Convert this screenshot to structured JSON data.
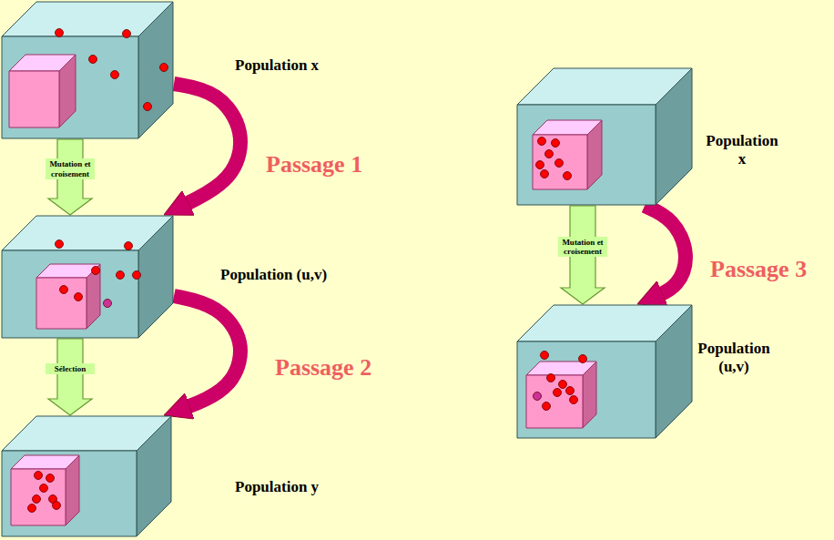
{
  "diagram": {
    "nodes": [
      {
        "text": [
          "Population x"
        ]
      },
      {
        "text": [
          "Population (u,v)"
        ]
      },
      {
        "text": [
          "Population y"
        ]
      },
      {
        "text": [
          "Population x"
        ]
      },
      {
        "text": [
          "Population (u,v)"
        ]
      }
    ],
    "edges": [
      {
        "from": 0,
        "to": 1,
        "arrow": "to",
        "label": "Mutation et croisement"
      },
      {
        "from": 0,
        "to": 1,
        "arrow": "to",
        "label": "Passage 1"
      },
      {
        "from": 1,
        "to": 2,
        "arrow": "to",
        "label": "Sélection"
      },
      {
        "from": 1,
        "to": 2,
        "arrow": "to",
        "label": "Passage 2"
      },
      {
        "from": 3,
        "to": 4,
        "arrow": "to",
        "label": "Mutation et croisement"
      },
      {
        "from": 3,
        "to": 4,
        "arrow": "to",
        "label": "Passage 3"
      }
    ]
  }
}
